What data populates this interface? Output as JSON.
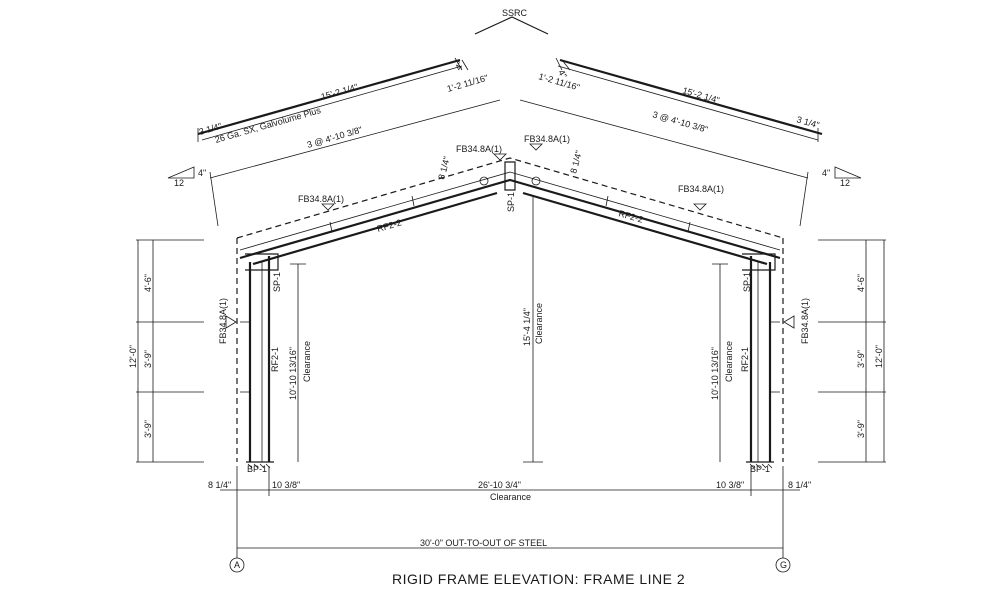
{
  "title": "RIGID FRAME ELEVATION: FRAME LINE 2",
  "ridge_cap": "SSRC",
  "panel": "26 Ga. SX, Galvolume Plus",
  "roof": {
    "sheet_len_left": "15'-2 1/4\"",
    "sheet_len_right": "15'-2 1/4\"",
    "overhang_left": "3 1/4\"",
    "overhang_right": "3 1/4\"",
    "lap_left": "4\"",
    "lap_right": "4\"",
    "ridge_left": "1'-2 11/16\"",
    "ridge_right": "1'-2 11/16\"",
    "purlin_left": "3 @ 4'-10 3/8\"",
    "purlin_right": "3 @ 4'-10 3/8\""
  },
  "slope": {
    "rise": "4\"",
    "run": "12"
  },
  "flange_brace": "FB34.8A(1)",
  "depth": "8 1/4\"",
  "members": {
    "rafter": "RF2-2",
    "column": "RF2-1",
    "splice": "SP-1",
    "base": "BP-1"
  },
  "dims": {
    "center_clear": "15'-4 1/4\"",
    "eave_clear": "10'-10 13/16\"",
    "clearance": "Clearance",
    "girts_total": "12'-0\"",
    "girt_top": "4'-6\"",
    "girt_mid": "3'-9\"",
    "girt_bot": "3'-9\"",
    "base_left": "8 1/4\"",
    "base_right": "8 1/4\"",
    "col_left": "10 3/8\"",
    "col_right": "10 3/8\"",
    "clear_span": "26'-10 3/4\"",
    "overall": "30'-0\" OUT-TO-OUT OF STEEL"
  },
  "gridlines": {
    "left": "A",
    "right": "G"
  }
}
